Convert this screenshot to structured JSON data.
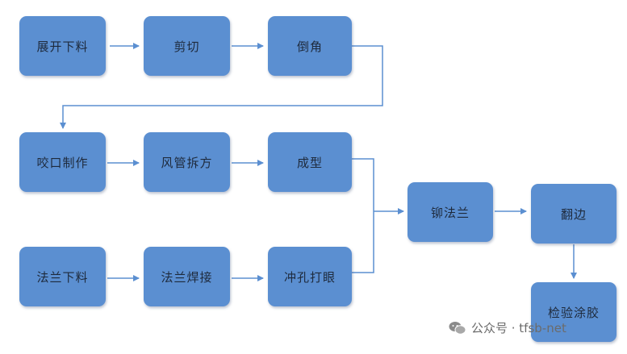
{
  "colors": {
    "node_fill": "#5b8fd1",
    "node_text": "#1e2a3c",
    "edge": "#5b8fd1"
  },
  "nodes": {
    "unroll_blank": "展开下料",
    "cut": "剪切",
    "chamfer": "倒角",
    "seam_lock": "咬口制作",
    "duct_assembly": "风管拆方",
    "forming": "成型",
    "flange_blank": "法兰下料",
    "flange_weld": "法兰焊接",
    "punch": "冲孔打眼",
    "rivet_flange": "铆法兰",
    "flanging": "翻边",
    "inspect_seal": "检验涂胶"
  },
  "watermark": {
    "icon": "wechat-icon",
    "text": "公众号 · tfsb-net"
  }
}
